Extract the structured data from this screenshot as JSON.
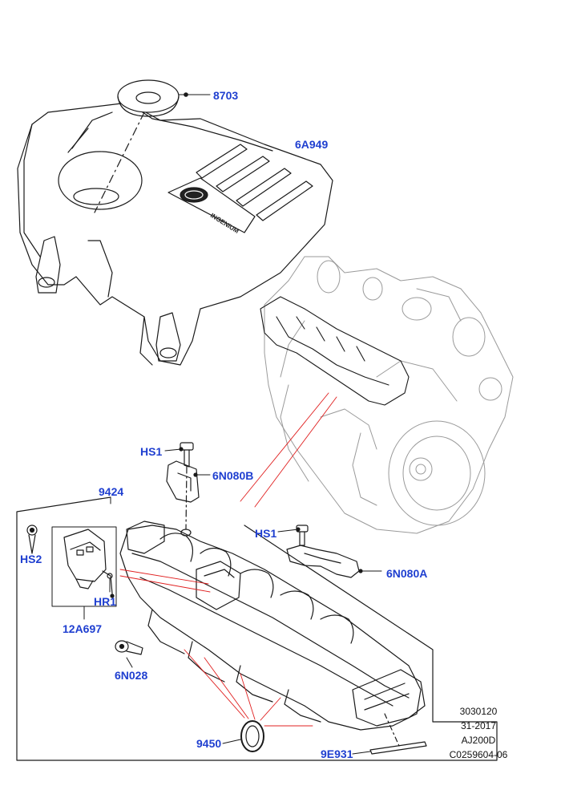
{
  "colors": {
    "callout": "#1f3fd0",
    "line": "#1a1a1a",
    "engine": "#9a9a9a",
    "pointer": "#e02020"
  },
  "callouts": {
    "c8703": "8703",
    "c6A949": "6A949",
    "hs1_top": "HS1",
    "c6N080B": "6N080B",
    "c9424": "9424",
    "hs1_right": "HS1",
    "hs2": "HS2",
    "c6N080A": "6N080A",
    "hr1": "HR1",
    "c12A697": "12A697",
    "c6N028": "6N028",
    "c9450": "9450",
    "c9E931": "9E931"
  },
  "reference": {
    "line1": "3030120",
    "line2": "31-2017",
    "line3": "AJ200D",
    "line4": "C0259604-06"
  },
  "cover_logo_text": "INGENIUM"
}
